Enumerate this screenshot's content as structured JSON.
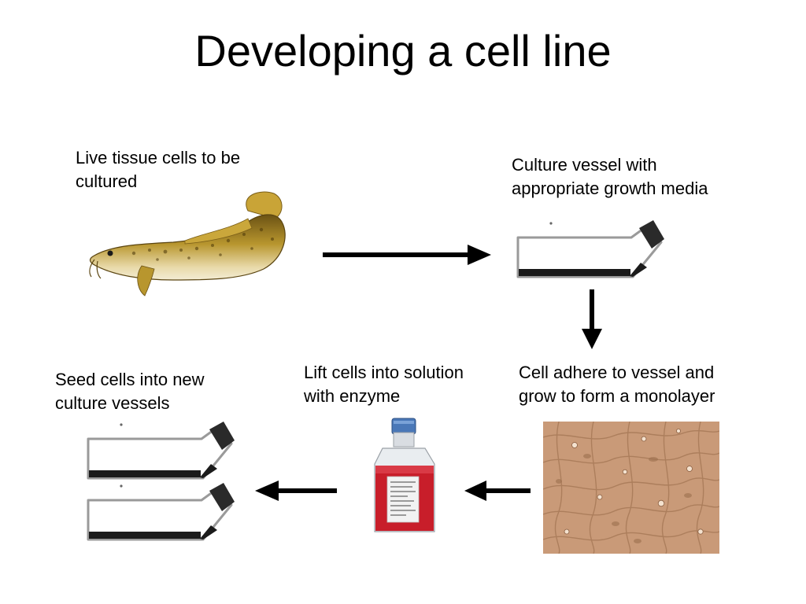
{
  "title": "Developing a cell line",
  "steps": {
    "live_tissue": "Live tissue cells to be\ncultured",
    "culture_vessel": "Culture vessel with\nappropriate growth media",
    "cell_adhere": "Cell adhere to vessel and\ngrow to form a monolayer",
    "lift_cells": "Lift cells into solution\nwith enzyme",
    "seed_cells": "Seed cells into new\nculture vessels"
  },
  "colors": {
    "arrow": "#000000",
    "fish_body": "#b8962e",
    "flask_media": "#c81e2a",
    "cells_bg": "#c99a78"
  },
  "icons": {
    "fish": "fish-illustration",
    "flask": "culture-flask-icon",
    "bottle": "media-bottle-icon",
    "micrograph": "cell-monolayer-micrograph"
  }
}
